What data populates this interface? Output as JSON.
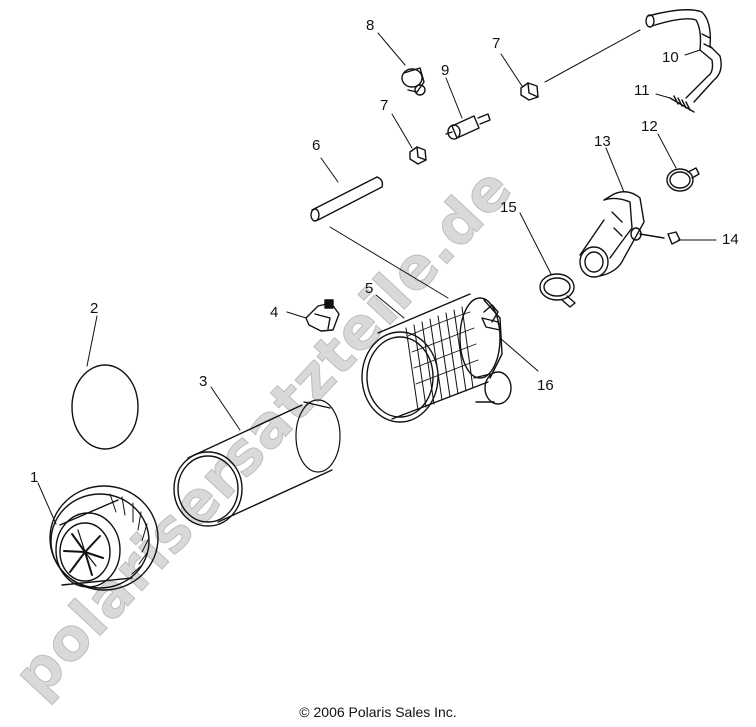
{
  "watermark": "polarisersatzteile.de",
  "copyright": "© 2006 Polaris Sales Inc.",
  "callouts": {
    "c1": "1",
    "c2": "2",
    "c3": "3",
    "c4": "4",
    "c5": "5",
    "c6": "6",
    "c7a": "7",
    "c7b": "7",
    "c8": "8",
    "c9": "9",
    "c10": "10",
    "c11": "11",
    "c12": "12",
    "c13": "13",
    "c14": "14",
    "c15": "15",
    "c16": "16"
  }
}
